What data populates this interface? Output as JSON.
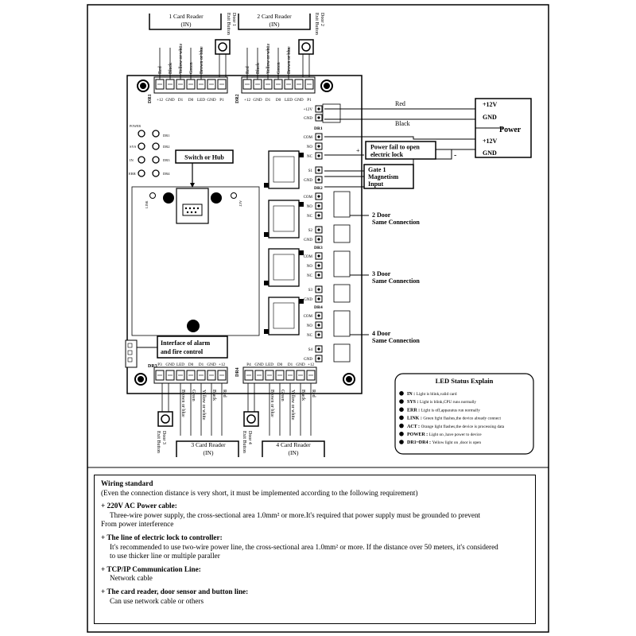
{
  "top_readers": [
    {
      "title": "1 Card Reader",
      "sub": "(IN)"
    },
    {
      "title": "2 Card Reader",
      "sub": "(IN)"
    }
  ],
  "bottom_readers": [
    {
      "title": "3 Card Reader",
      "sub": "(IN)"
    },
    {
      "title": "4 Card Reader",
      "sub": "(IN)"
    }
  ],
  "exit_buttons": [
    {
      "line1": "Door 1",
      "line2": "Exit Button"
    },
    {
      "line1": "Door 2",
      "line2": "Exit Button"
    },
    {
      "line1": "Door 3",
      "line2": "Exit Button"
    },
    {
      "line1": "Door 4",
      "line2": "Exit Button"
    }
  ],
  "wire_colors": [
    "Red",
    "Black",
    "Yellow or white",
    "Green",
    "Brown or blue"
  ],
  "reader_pins": [
    "+12",
    "GND",
    "D1",
    "D0",
    "LED"
  ],
  "button_pins": [
    "GND",
    "P1"
  ],
  "connector_labels": {
    "dr1": "DR1",
    "dr2": "DR2",
    "dr3": "DR3",
    "dr4": "DR4"
  },
  "led_labels": [
    "POWER",
    "SYS",
    "IN",
    "ERR",
    "DR1",
    "DR2",
    "DR3",
    "DR4"
  ],
  "power": {
    "title": "Power",
    "terminals": [
      "+12V",
      "GND",
      "+12V",
      "GND"
    ],
    "red_label": "Red",
    "black_label": "Black",
    "plus": "+",
    "minus": "-"
  },
  "right_pins": {
    "top": [
      "+12V",
      "GND"
    ],
    "relay": [
      "COM",
      "NO",
      "NC",
      "S",
      "GND"
    ]
  },
  "callouts": {
    "lock": [
      "Power fail to open",
      "electric lock"
    ],
    "gate": [
      "Gate 1",
      "Magnetism",
      "Input"
    ],
    "switch": "Switch or Hub",
    "alarm": [
      "Interface of alarm",
      "and fire control"
    ],
    "same": [
      {
        "door": "2 Door",
        "text": "Same Connection"
      },
      {
        "door": "3 Door",
        "text": "Same Connection"
      },
      {
        "door": "4 Door",
        "text": "Same Connection"
      }
    ],
    "net_left": "LINK",
    "net_right": "ACT"
  },
  "led_status": {
    "title": "LED Status Explain",
    "items": [
      {
        "key": "IN :",
        "text": "Light is blink,valid card"
      },
      {
        "key": "SYS :",
        "text": "Light is blink,CPU runs normally"
      },
      {
        "key": "ERR :",
        "text": "Light is off,apparatus run normally"
      },
      {
        "key": "LINK :",
        "text": "Green light flashes,the device already connect"
      },
      {
        "key": "ACT :",
        "text": "Orange light flashes,the device is processing data"
      },
      {
        "key": "POWER :",
        "text": "Light on ,have power to device"
      },
      {
        "key": "DR1~DR4 :",
        "text": "Yellow light on ,door is open"
      }
    ]
  },
  "wiring": {
    "title": "Wiring standard",
    "subtitle": "(Even the connection distance is very short, it must be implemented according to the following requirement)",
    "items": [
      {
        "heading": "220V AC Power cable:",
        "lines": [
          "Three-wire power supply, the cross-sectional area 1.0mm² or more.It's required that power supply must be grounded to prevent",
          "From power interference"
        ]
      },
      {
        "heading": "The  line of electric lock to controller:",
        "lines": [
          "It's recommended to use two-wire power line, the cross-sectional area 1.0mm² or more. If the distance over 50 meters, it's considered",
          "to use thicker line or multiple paraller"
        ]
      },
      {
        "heading": "TCP/IP Communication Line:",
        "lines": [
          "Network cable"
        ]
      },
      {
        "heading": "The card reader, door sensor and button line:",
        "lines": [
          "Can use network cable or others"
        ]
      }
    ]
  }
}
